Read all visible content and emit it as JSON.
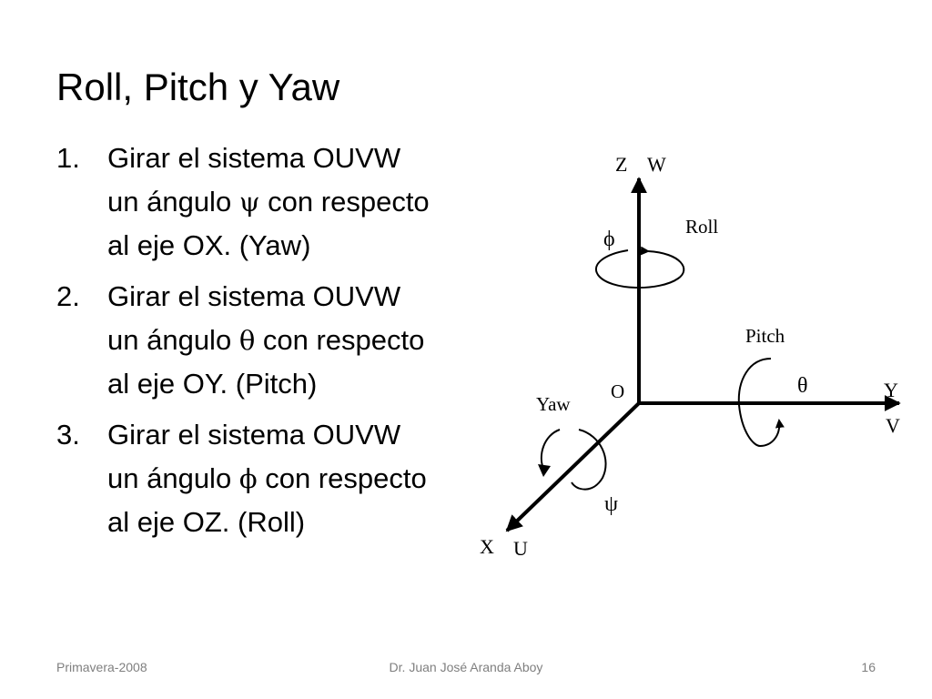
{
  "title": "Roll, Pitch y Yaw",
  "steps": [
    {
      "number": "1.",
      "line1": "Girar el sistema OUVW",
      "line2_before": "un ángulo ",
      "symbol": "ψ",
      "line2_after": " con respecto",
      "line3": "al eje OX. (Yaw)"
    },
    {
      "number": "2.",
      "line1": "Girar el sistema OUVW",
      "line2_before": "un ángulo ",
      "symbol": "θ",
      "line2_after": " con respecto",
      "line3": "al eje OY. (Pitch)"
    },
    {
      "number": "3.",
      "line1": "Girar el sistema OUVW",
      "line2_before": "un ángulo ",
      "symbol": "ϕ",
      "line2_after": " con respecto",
      "line3": "al eje OZ. (Roll)"
    }
  ],
  "diagram": {
    "labels": {
      "z": "Z",
      "w": "W",
      "y": "Y",
      "v": "V",
      "x": "X",
      "u": "U",
      "origin": "O",
      "roll": "Roll",
      "pitch": "Pitch",
      "yaw": "Yaw",
      "phi": "ϕ",
      "theta": "θ",
      "psi": "ψ"
    }
  },
  "footer": {
    "left": "Primavera-2008",
    "center": "Dr. Juan José Aranda Aboy",
    "right": "16"
  }
}
